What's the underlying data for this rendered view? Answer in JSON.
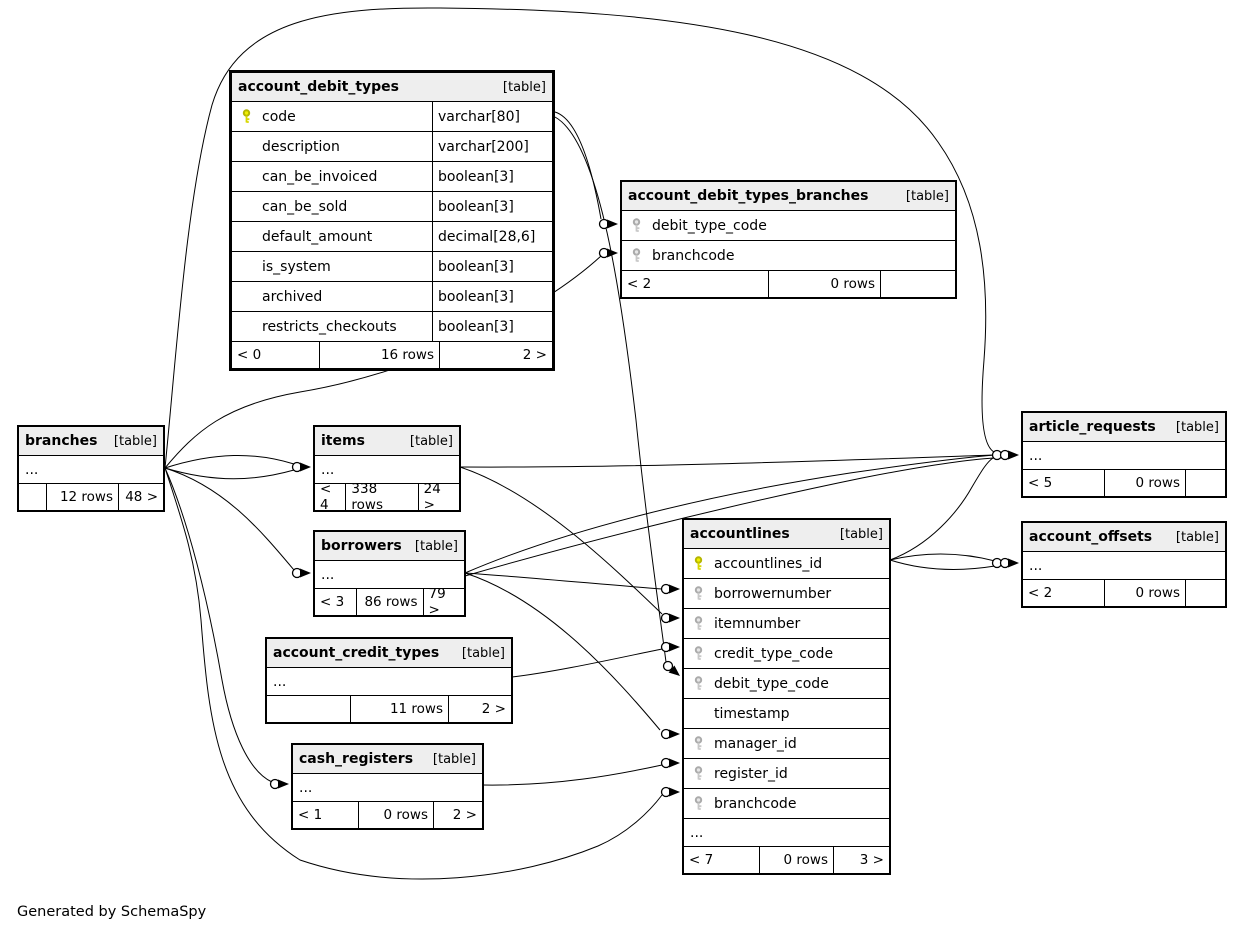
{
  "page": {
    "generator_note": "Generated by SchemaSpy"
  },
  "colors": {
    "table_header_bg": "#eeeeee",
    "border": "#000000",
    "primary_key": "#d8d800",
    "foreign_key": "#c8c8c8"
  },
  "icons": {
    "primary_key": "key-icon-yellow",
    "foreign_key": "key-icon-grey"
  },
  "tables": {
    "account_debit_types": {
      "name": "account_debit_types",
      "tag": "[table]",
      "columns": [
        {
          "key": "pk",
          "name": "code",
          "type": "varchar[80]"
        },
        {
          "key": null,
          "name": "description",
          "type": "varchar[200]"
        },
        {
          "key": null,
          "name": "can_be_invoiced",
          "type": "boolean[3]"
        },
        {
          "key": null,
          "name": "can_be_sold",
          "type": "boolean[3]"
        },
        {
          "key": null,
          "name": "default_amount",
          "type": "decimal[28,6]"
        },
        {
          "key": null,
          "name": "is_system",
          "type": "boolean[3]"
        },
        {
          "key": null,
          "name": "archived",
          "type": "boolean[3]"
        },
        {
          "key": null,
          "name": "restricts_checkouts",
          "type": "boolean[3]"
        }
      ],
      "footer": {
        "left": "< 0",
        "mid": "16 rows",
        "right": "2 >"
      }
    },
    "account_debit_types_branches": {
      "name": "account_debit_types_branches",
      "tag": "[table]",
      "columns": [
        {
          "key": "fk",
          "name": "debit_type_code"
        },
        {
          "key": "fk",
          "name": "branchcode"
        }
      ],
      "footer": {
        "left": "< 2",
        "mid": "0 rows",
        "right": ""
      }
    },
    "branches": {
      "name": "branches",
      "tag": "[table]",
      "ellipsis": "...",
      "footer": {
        "left": "",
        "mid": "12 rows",
        "right": "48 >"
      }
    },
    "items": {
      "name": "items",
      "tag": "[table]",
      "ellipsis": "...",
      "footer": {
        "left": "< 4",
        "mid": "338 rows",
        "right": "24 >"
      }
    },
    "borrowers": {
      "name": "borrowers",
      "tag": "[table]",
      "ellipsis": "...",
      "footer": {
        "left": "< 3",
        "mid": "86 rows",
        "right": "79 >"
      }
    },
    "account_credit_types": {
      "name": "account_credit_types",
      "tag": "[table]",
      "ellipsis": "...",
      "footer": {
        "left": "",
        "mid": "11 rows",
        "right": "2 >"
      }
    },
    "cash_registers": {
      "name": "cash_registers",
      "tag": "[table]",
      "ellipsis": "...",
      "footer": {
        "left": "< 1",
        "mid": "0 rows",
        "right": "2 >"
      }
    },
    "accountlines": {
      "name": "accountlines",
      "tag": "[table]",
      "ellipsis": "...",
      "columns": [
        {
          "key": "pk",
          "name": "accountlines_id"
        },
        {
          "key": "fk",
          "name": "borrowernumber"
        },
        {
          "key": "fk",
          "name": "itemnumber"
        },
        {
          "key": "fk",
          "name": "credit_type_code"
        },
        {
          "key": "fk",
          "name": "debit_type_code"
        },
        {
          "key": null,
          "name": "timestamp"
        },
        {
          "key": "fk",
          "name": "manager_id"
        },
        {
          "key": "fk",
          "name": "register_id"
        },
        {
          "key": "fk",
          "name": "branchcode"
        }
      ],
      "footer": {
        "left": "< 7",
        "mid": "0 rows",
        "right": "3 >"
      }
    },
    "article_requests": {
      "name": "article_requests",
      "tag": "[table]",
      "ellipsis": "...",
      "footer": {
        "left": "< 5",
        "mid": "0 rows",
        "right": ""
      }
    },
    "account_offsets": {
      "name": "account_offsets",
      "tag": "[table]",
      "ellipsis": "...",
      "footer": {
        "left": "< 2",
        "mid": "0 rows",
        "right": ""
      }
    }
  }
}
